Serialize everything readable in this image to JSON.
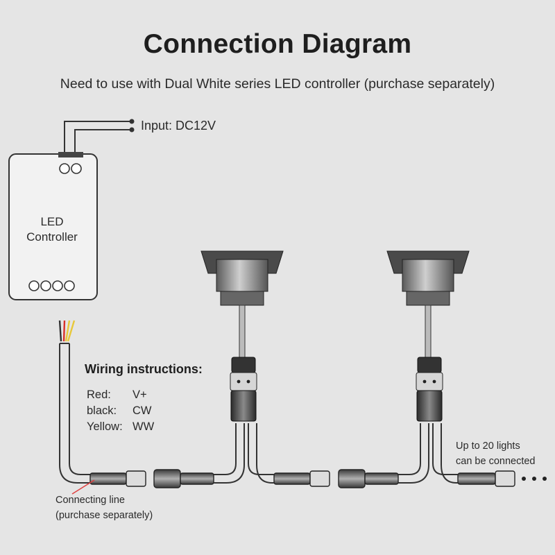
{
  "title": "Connection Diagram",
  "subtitle": "Need to use with Dual White series LED controller (purchase separately)",
  "input_label": "Input: DC12V",
  "controller": {
    "line1": "LED",
    "line2": "Controller"
  },
  "wiring": {
    "title": "Wiring instructions:",
    "rows": [
      {
        "color": "Red:",
        "signal": "V+"
      },
      {
        "color": "black:",
        "signal": "CW"
      },
      {
        "color": "Yellow:",
        "signal": "WW"
      }
    ]
  },
  "note": {
    "line1": "Up to 20 lights",
    "line2": "can be connected"
  },
  "connecting_line": {
    "line1": "Connecting line",
    "line2": "(purchase separately)"
  },
  "colors": {
    "wire_red": "#d9302a",
    "wire_yellow": "#e8c83a",
    "wire_black": "#333333",
    "accent_pointer": "#e04040"
  }
}
